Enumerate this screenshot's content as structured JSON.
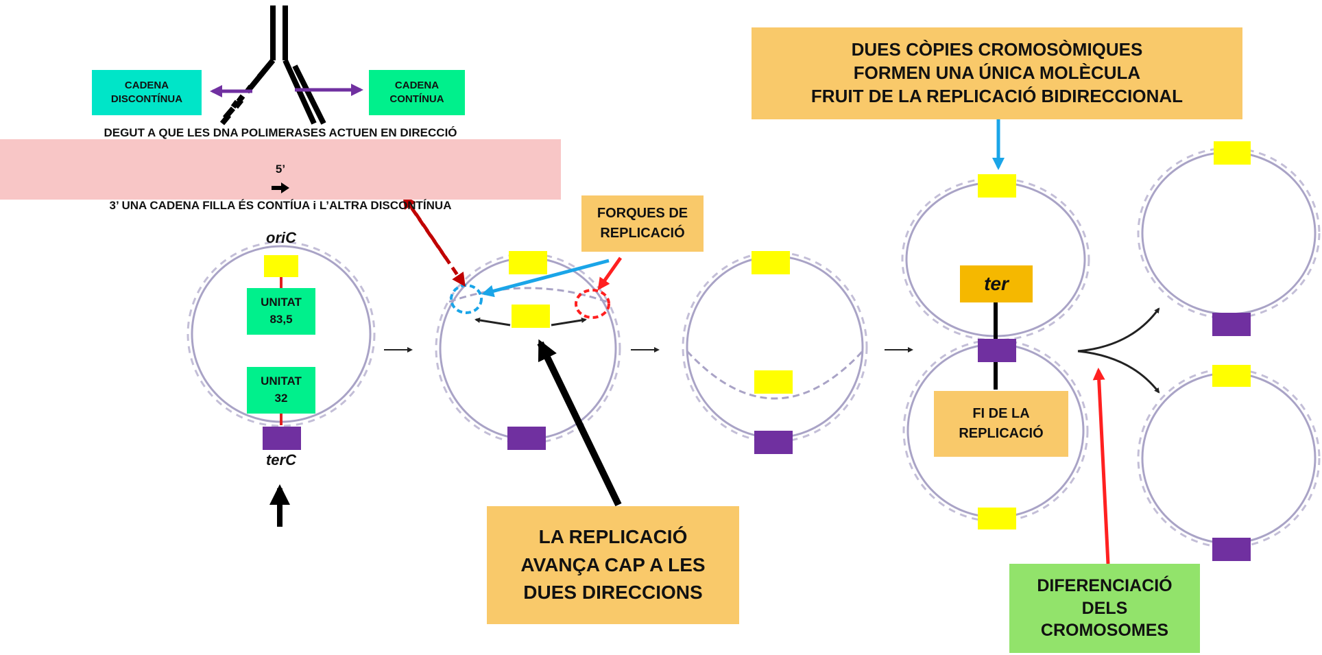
{
  "labels": {
    "strand_left": "CADENA\nDISCONTÍNUA",
    "strand_right": "CADENA\nCONTÍNUA",
    "polymerase_line1": "DEGUT A QUE LES DNA POLIMERASES ACTUEN EN DIRECCIÓ",
    "polymerase_line2_a": "5’",
    "polymerase_line2_b": "3’  UNA  CADENA FILLA ÉS CONTÍUA i L’ALTRA DISCONTÍNUA",
    "oric": "oriC",
    "terc": "terC",
    "unit_83": "UNITAT\n83,5",
    "unit_32": "UNITAT\n32",
    "forks": "FORQUES DE\nREPLICACIÓ",
    "bidirectional": "LA REPLICACIÓ\nAVANÇA CAP A LES\nDUES DIRECCIONS",
    "two_copies": "DUES CÒPIES CROMOSÒMIQUES\nFORMEN UNA ÚNICA MOLÈCULA\nFRUIT DE LA REPLICACIÓ BIDIRECCIONAL",
    "ter": "ter",
    "end_replication": "FI  DE LA\nREPLICACIÓ",
    "differentiation": "DIFERENCIACIÓ\nDELS\nCROMOSOMES"
  },
  "colors": {
    "origin_marker": "#ffff00",
    "terminus_marker": "#7030a0",
    "dna_strand": "#a9a3c6",
    "teal_box": "#00e5c8",
    "green_box": "#00f08c",
    "pink_box": "#f8c6c6",
    "orange_box": "#f9c96a",
    "ter_box": "#f5b800",
    "light_green_box": "#92e36b",
    "red_arrow": "#ff2020",
    "blue_arrow": "#1aa5e8",
    "purple_arrow": "#7030a0"
  }
}
